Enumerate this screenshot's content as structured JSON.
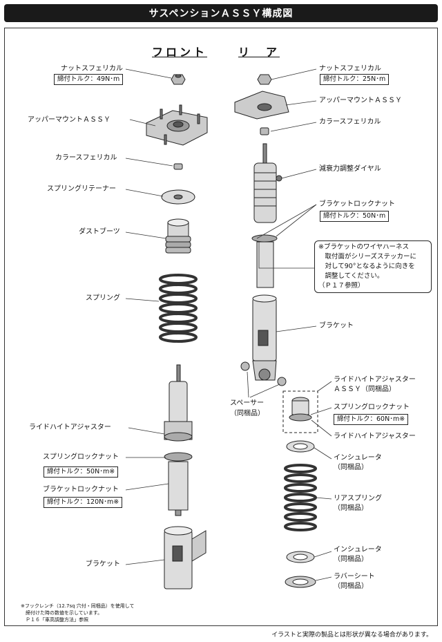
{
  "title": "サスペンションＡＳＳＹ構成図",
  "headers": {
    "front": "フロント",
    "rear": "リ　ア"
  },
  "front": {
    "nut_spherical": "ナットスフェリカル",
    "nut_torque": "締付トルク：49N･m",
    "upper_mount": "アッパーマウントＡＳＳＹ",
    "collar_spherical": "カラースフェリカル",
    "spring_retainer": "スプリングリテーナー",
    "dust_boot": "ダストブーツ",
    "spring": "スプリング",
    "ride_height_adjuster": "ライドハイトアジャスター",
    "spring_lock_nut": "スプリングロックナット",
    "spring_lock_torque": "締付トルク：50N･m※",
    "bracket_lock_nut": "ブラケットロックナット",
    "bracket_lock_torque": "締付トルク：120N･m※",
    "bracket": "ブラケット"
  },
  "rear": {
    "nut_spherical": "ナットスフェリカル",
    "nut_torque": "締付トルク：25N･m",
    "upper_mount": "アッパーマウントＡＳＳＹ",
    "collar_spherical": "カラースフェリカル",
    "damping_dial": "減衰力調整ダイヤル",
    "bracket_lock_nut": "ブラケットロックナット",
    "bracket_lock_torque": "締付トルク：50N･m",
    "note_lines": [
      "※ブラケットのワイヤハーネス",
      "　取付面がシリーズステッカーに",
      "　対して90°となるように向きを",
      "　調整してください。",
      "（Ｐ１７参照）"
    ],
    "bracket": "ブラケット",
    "spacer": "スペーサー",
    "spacer_sub": "（同梱品）",
    "rh_adjuster_assy": "ライドハイトアジャスター",
    "rh_adjuster_assy_sub": "ＡＳＳＹ（同梱品）",
    "spring_lock_nut": "スプリングロックナット",
    "spring_lock_torque": "締付トルク：60N･m※",
    "ride_height_adjuster": "ライドハイトアジャスター",
    "insulator_upper": "インシュレータ",
    "insulator_upper_sub": "（同梱品）",
    "rear_spring": "リアスプリング",
    "rear_spring_sub": "（同梱品）",
    "insulator_lower": "インシュレータ",
    "insulator_lower_sub": "（同梱品）",
    "rubber_seat": "ラバーシート",
    "rubber_seat_sub": "（同梱品）"
  },
  "footnote": [
    "※フックレンチ（12.7sq 穴付・同梱品）を使用して",
    "　締付けた時の数値を示しています。",
    "　Ｐ１６「車高調整方法」参照"
  ],
  "disclaimer": "イラストと実際の製品とは形状が異なる場合があります。"
}
